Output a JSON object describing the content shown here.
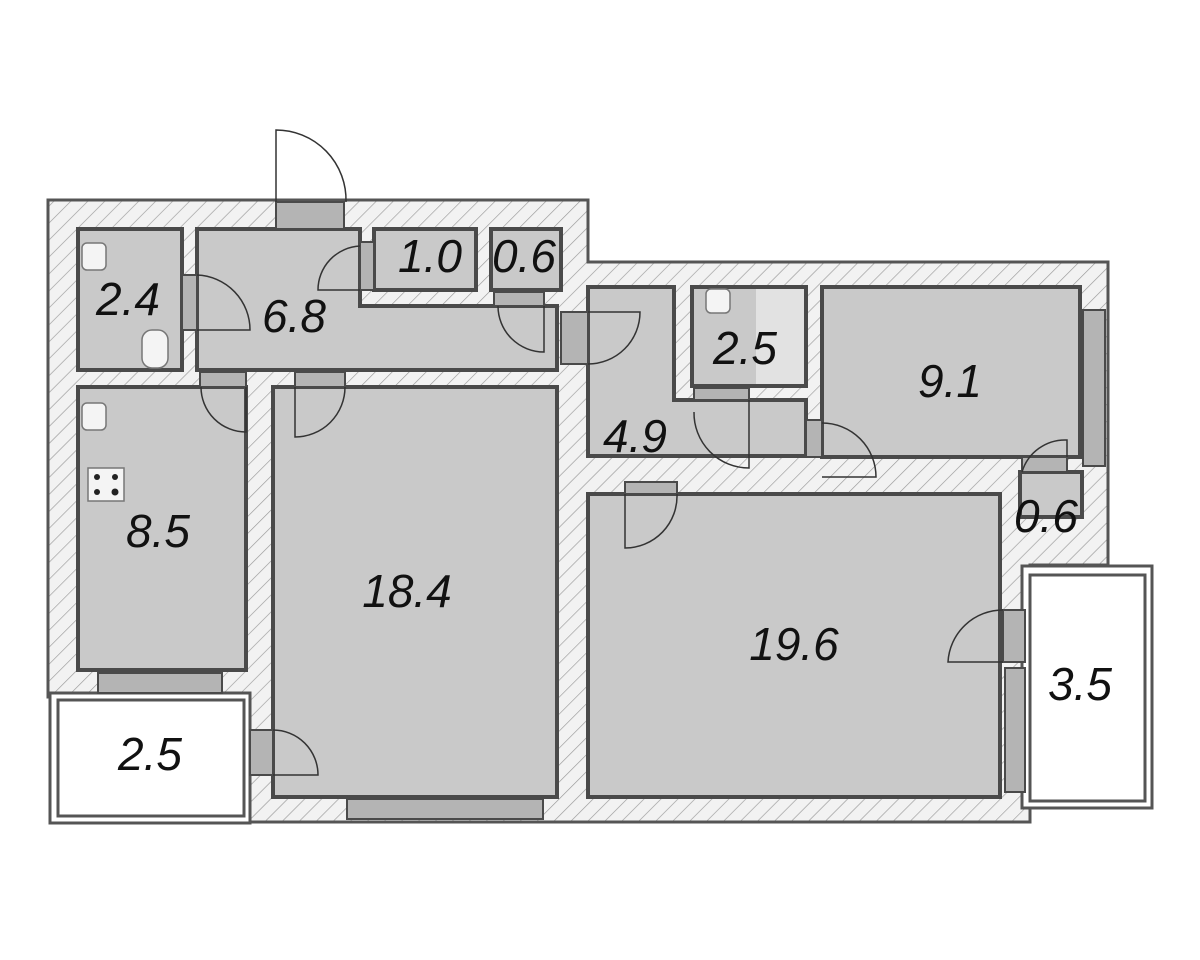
{
  "plan": {
    "rooms": {
      "wc": {
        "area": "2.4"
      },
      "hall": {
        "area": "6.8"
      },
      "closet_1": {
        "area": "1.0"
      },
      "closet_2": {
        "area": "0.6"
      },
      "kitchen": {
        "area": "8.5"
      },
      "living": {
        "area": "18.4"
      },
      "corridor": {
        "area": "4.9"
      },
      "bath": {
        "area": "2.5"
      },
      "bedroom_small": {
        "area": "9.1"
      },
      "closet_3": {
        "area": "0.6"
      },
      "bedroom_large": {
        "area": "19.6"
      },
      "balcony_right": {
        "area": "3.5"
      },
      "balcony_left": {
        "area": "2.5"
      }
    },
    "colors": {
      "room_fill": "#c9c9c9",
      "wall": "#4a4a4a",
      "balcony": "#ffffff"
    }
  }
}
